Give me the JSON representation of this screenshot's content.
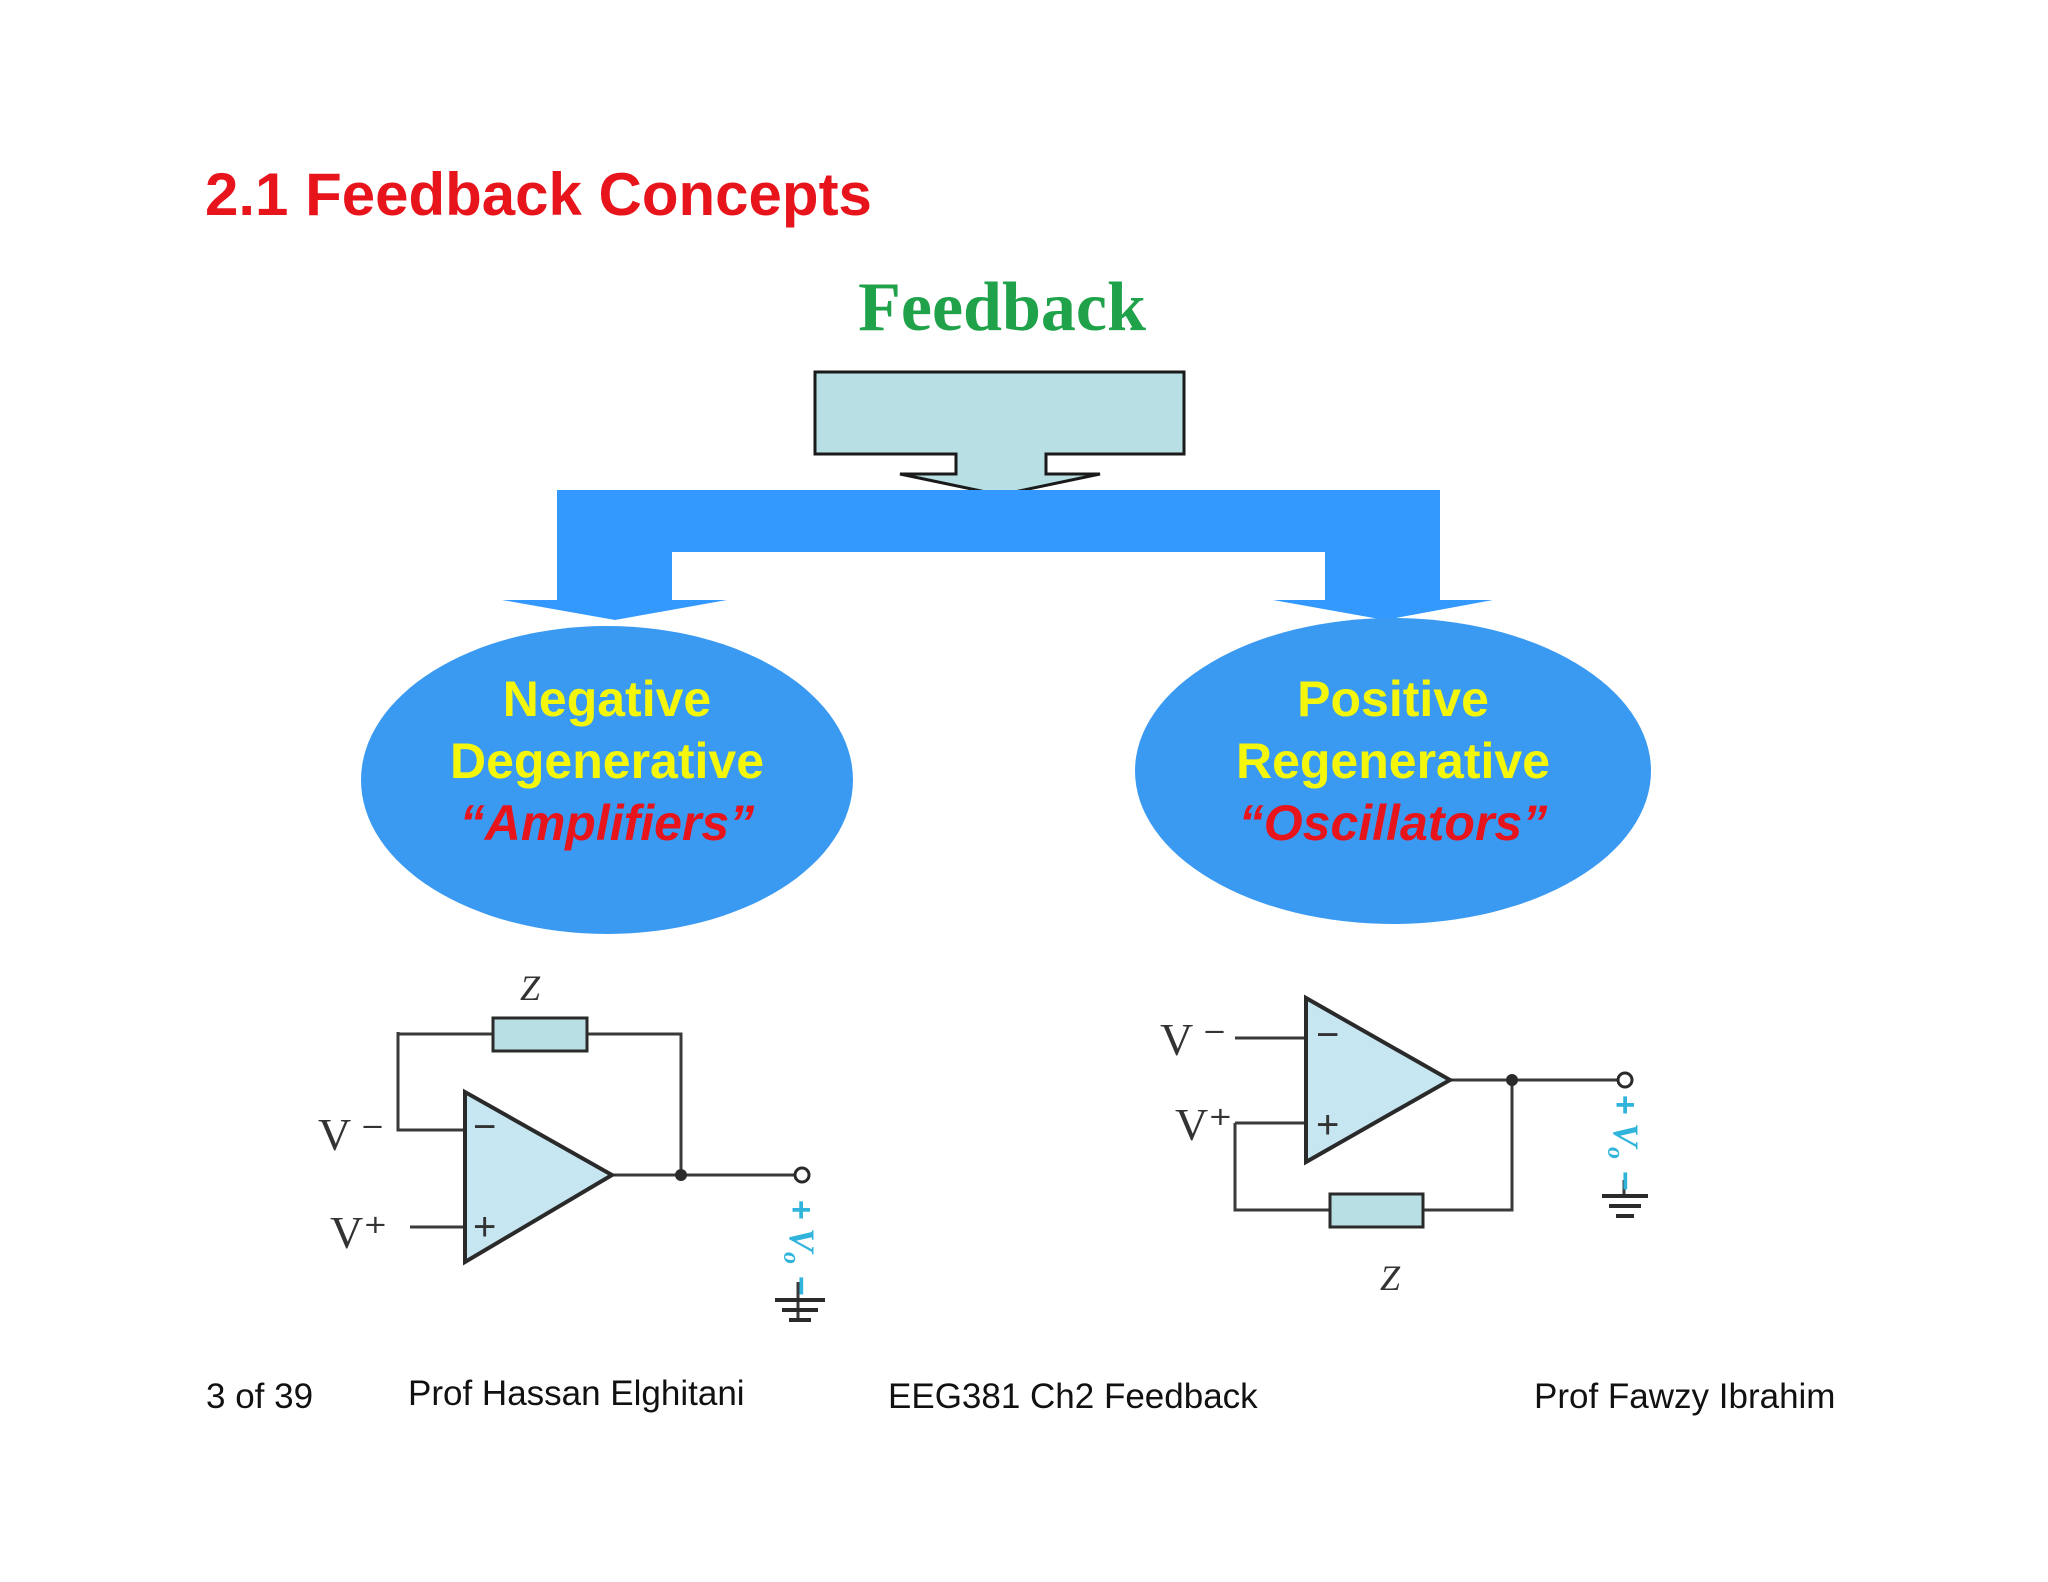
{
  "slide": {
    "title": "2.1  Feedback Concepts"
  },
  "diagram": {
    "root": "Feedback",
    "negative": {
      "line1": "Negative",
      "line2": "Degenerative",
      "line3": "“Amplifiers”"
    },
    "positive": {
      "line1": "Positive",
      "line2": "Regenerative",
      "line3": "“Oscillators”"
    }
  },
  "circuit_left": {
    "z_label": "Z",
    "v_minus": "V ⁻",
    "v_plus": "V⁺",
    "minus_sign": "−",
    "plus_sign": "+",
    "out_plus": "+",
    "out_label": "V",
    "out_sub": "o",
    "out_minus": "−"
  },
  "circuit_right": {
    "z_label": "Z",
    "v_minus": "V ⁻",
    "v_plus": "V⁺",
    "minus_sign": "−",
    "plus_sign": "+",
    "out_plus": "+",
    "out_label": "V",
    "out_sub": "o",
    "out_minus": "−"
  },
  "footer": {
    "page": "3 of 39",
    "author_left": "Prof  Hassan Elghitani",
    "course": "EEG381  Ch2 Feedback",
    "author_right": "Prof  Fawzy Ibrahim"
  },
  "colors": {
    "title_red": "#e8141c",
    "feedback_green": "#1fa24a",
    "box_fill": "#b8e0e4",
    "connector_blue": "#3399ff",
    "ellipse_blue": "#3a9af2",
    "ellipse_yellow": "#f5f70a",
    "opamp_fill": "#c6e6f2",
    "vo_cyan": "#31b4dc"
  }
}
